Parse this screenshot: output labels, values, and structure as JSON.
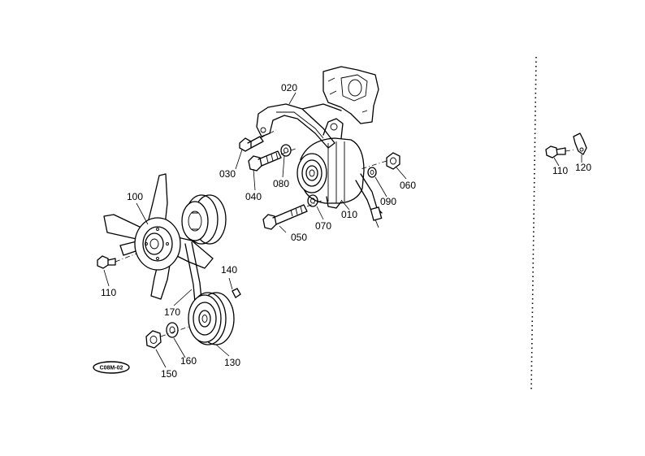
{
  "labels": {
    "p010": "010",
    "p020": "020",
    "p030": "030",
    "p040": "040",
    "p050": "050",
    "p060": "060",
    "p070": "070",
    "p080": "080",
    "p090": "090",
    "p100": "100",
    "p110": "110",
    "p110b": "110",
    "p120": "120",
    "p130": "130",
    "p140": "140",
    "p150": "150",
    "p160": "160",
    "p170": "170"
  },
  "figure_code": "C08M-02"
}
